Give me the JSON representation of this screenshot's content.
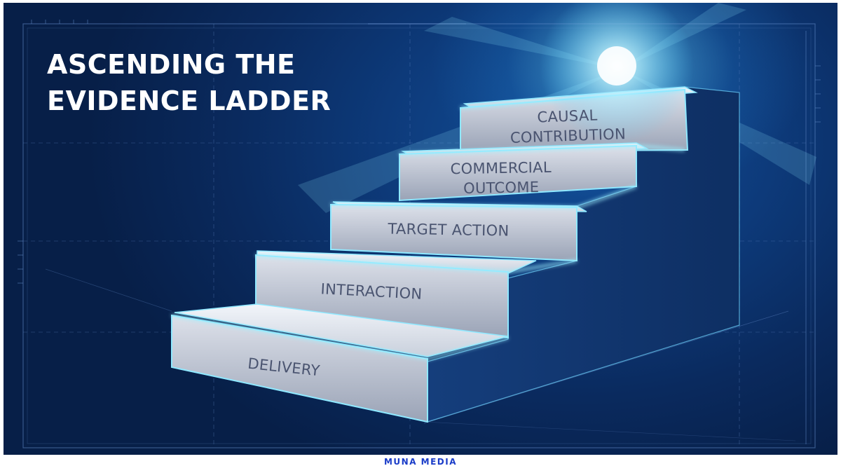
{
  "slide": {
    "title_lines": [
      "ASCENDING THE",
      "EVIDENCE LADDER"
    ],
    "steps": [
      {
        "lines": [
          "DELIVERY"
        ]
      },
      {
        "lines": [
          "INTERACTION"
        ]
      },
      {
        "lines": [
          "TARGET ACTION"
        ]
      },
      {
        "lines": [
          "COMMERCIAL",
          "OUTCOME"
        ]
      },
      {
        "lines": [
          "CAUSAL",
          "CONTRIBUTION"
        ]
      }
    ]
  },
  "footer": {
    "brand": "MUNA MEDIA"
  },
  "colors": {
    "background": "#0b2c63",
    "glow": "#7fe6ff",
    "step_face": "#c5cad6",
    "step_text": "#4a5470",
    "brand": "#1a3cc8"
  }
}
